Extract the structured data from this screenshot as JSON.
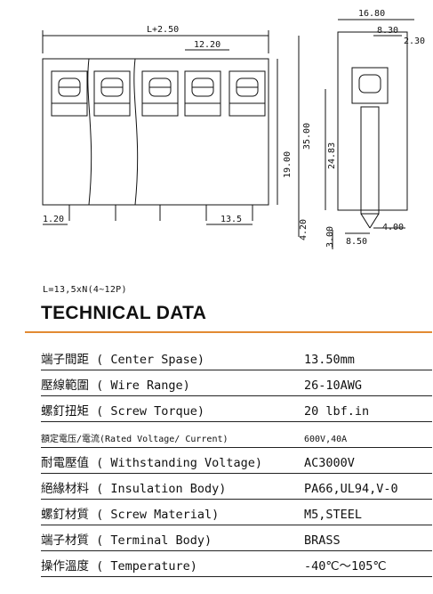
{
  "drawing": {
    "dims": {
      "overall_length": "L+2.50",
      "pitch": "12.20",
      "height_total": "35.00",
      "height_body": "19.00",
      "pin_length": "4.20",
      "pin_width": "1.20",
      "pin_pitch": "13.5",
      "side_width": "16.80",
      "side_top": "8.30",
      "side_small": "2.30",
      "side_height": "24.83",
      "side_pin_offset": "8.50",
      "side_pin_dim": "4.00",
      "side_bottom": "3.00"
    }
  },
  "formula": "L=13,5xN(4~12P)",
  "title": "TECHNICAL DATA",
  "specs": [
    {
      "label": "端子間距 ( Center Spase)",
      "value": "13.50mm"
    },
    {
      "label": "壓線範圍 ( Wire Range)",
      "value": "26-10AWG"
    },
    {
      "label": "螺釘扭矩 ( Screw Torque)",
      "value": "20 lbf.in"
    },
    {
      "label": "額定電压/電流(Rated Voltage/ Current)",
      "value": "600V,40A"
    },
    {
      "label": "耐電壓值 ( Withstanding Voltage)",
      "value": "AC3000V"
    },
    {
      "label": "絕緣材料 ( Insulation Body)",
      "value": "PA66,UL94,V-0"
    },
    {
      "label": "螺釘材質 ( Screw Material)",
      "value": "M5,STEEL"
    },
    {
      "label": "端子材質 ( Terminal Body)",
      "value": "BRASS"
    },
    {
      "label": "操作溫度 ( Temperature)",
      "value": "-40℃～105℃"
    }
  ]
}
